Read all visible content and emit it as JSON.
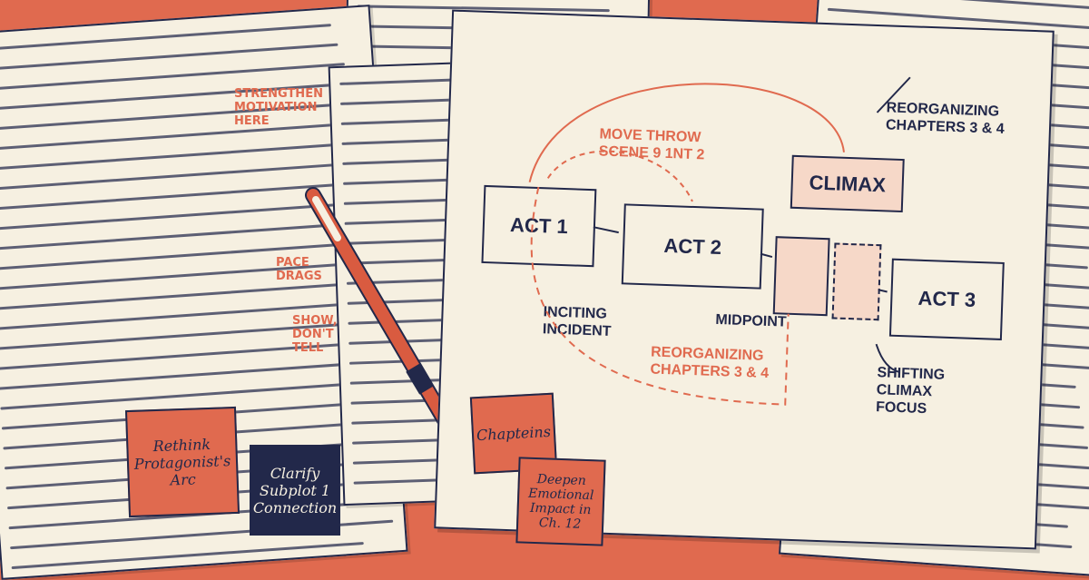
{
  "left_manuscript": {
    "notes": [
      "STRENGTHEN MOTIVATION HERE",
      "PACE DRAGS",
      "SHOW, DON'T TELL"
    ]
  },
  "sticky_notes": [
    {
      "text": "Rethink Protagonist's Arc"
    },
    {
      "text": "Clarify Subplot 1 Connection"
    },
    {
      "text": "Chapteins"
    },
    {
      "text": "Deepen Emotional Impact in Ch. 12"
    }
  ],
  "story_board": {
    "boxes": {
      "act1": "ACT 1",
      "act2": "ACT 2",
      "act3": "ACT 3",
      "climax": "CLIMAX"
    },
    "labels": {
      "move_scene": "MOVE THROW SCENE 9 1NT 2",
      "reorganizing_top": "REORGANIZING CHAPTERS 3 & 4",
      "reorganizing_bottom": "REORGANIZING CHAPTERS 3 & 4",
      "inciting": "INCITING INCIDENT",
      "midpoint": "MIDPOINT",
      "shifting": "SHIFTING CLIMAX FOCUS"
    }
  },
  "colors": {
    "accent": "#e06a4f",
    "ink": "#22284a",
    "paper": "#f6f0e1"
  }
}
